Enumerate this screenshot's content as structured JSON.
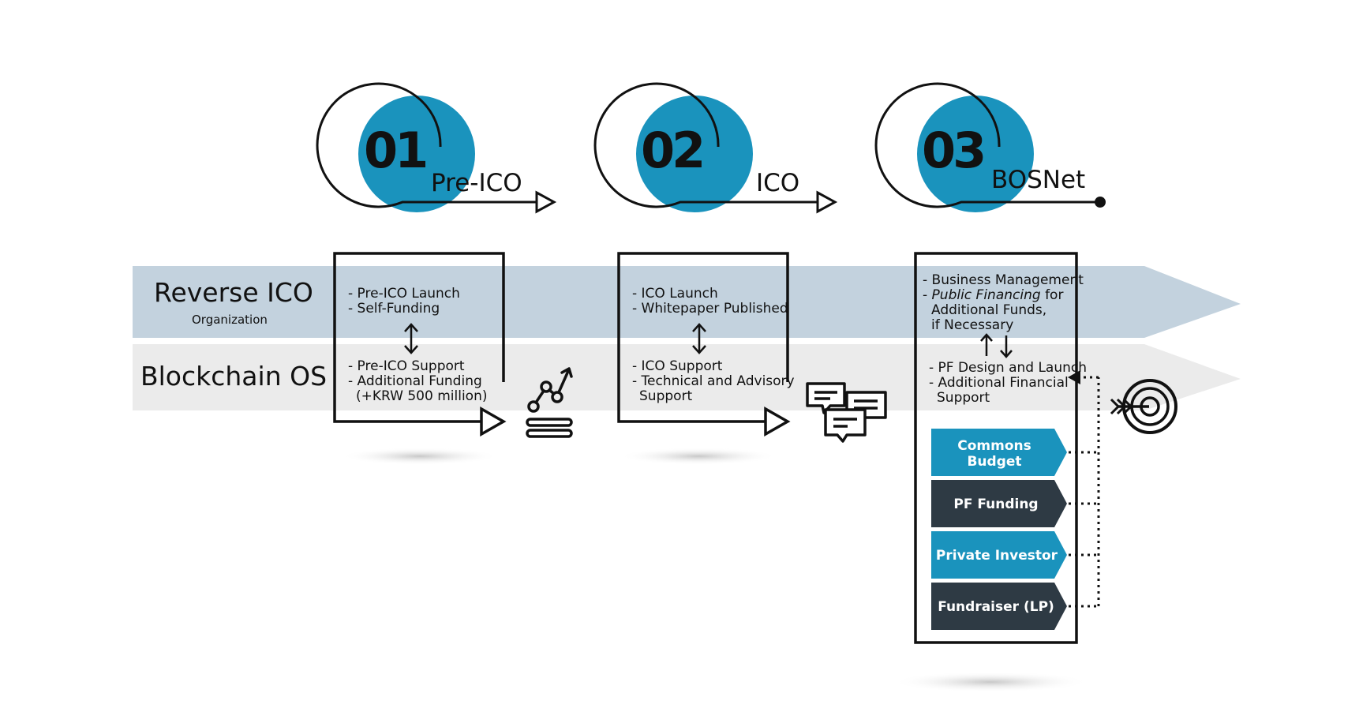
{
  "phases": [
    {
      "number": "01",
      "title": "Pre-ICO"
    },
    {
      "number": "02",
      "title": "ICO"
    },
    {
      "number": "03",
      "title": "BOSNet"
    }
  ],
  "rows": {
    "reverse_ico": {
      "title": "Reverse ICO",
      "subtitle": "Organization"
    },
    "blockchain_os": {
      "title": "Blockchain OS"
    }
  },
  "phase1": {
    "top": [
      "- Pre-ICO Launch",
      "- Self-Funding"
    ],
    "bottom": [
      "- Pre-ICO Support",
      "- Additional Funding",
      "(+KRW 500 million)"
    ]
  },
  "phase2": {
    "top": [
      "- ICO Launch",
      "- Whitepaper Published"
    ],
    "bottom": [
      "- ICO Support",
      "- Technical and Advisory",
      "Support"
    ]
  },
  "phase3": {
    "top": [
      "- Business Management",
      "- ",
      "Public Financing",
      " for",
      "Additional Funds,",
      "if Necessary"
    ],
    "bottom": [
      "- PF Design and Launch",
      "- Additional Financial",
      "Support"
    ]
  },
  "funding_sources": [
    {
      "label_lines": [
        "Commons",
        "Budget"
      ],
      "color": "#1a93bd"
    },
    {
      "label_lines": [
        "PF Funding"
      ],
      "color": "#2e3a44"
    },
    {
      "label_lines": [
        "Private Investor"
      ],
      "color": "#1a93bd"
    },
    {
      "label_lines": [
        "Fundraiser (LP)"
      ],
      "color": "#2e3a44"
    }
  ],
  "colors": {
    "accent": "#1a93bd",
    "dark": "#2e3a44",
    "band_top": "#c3d2de",
    "band_bottom": "#ebebeb"
  },
  "icons": [
    "growth-chart-icon",
    "chat-bubbles-icon",
    "target-arrow-icon"
  ]
}
